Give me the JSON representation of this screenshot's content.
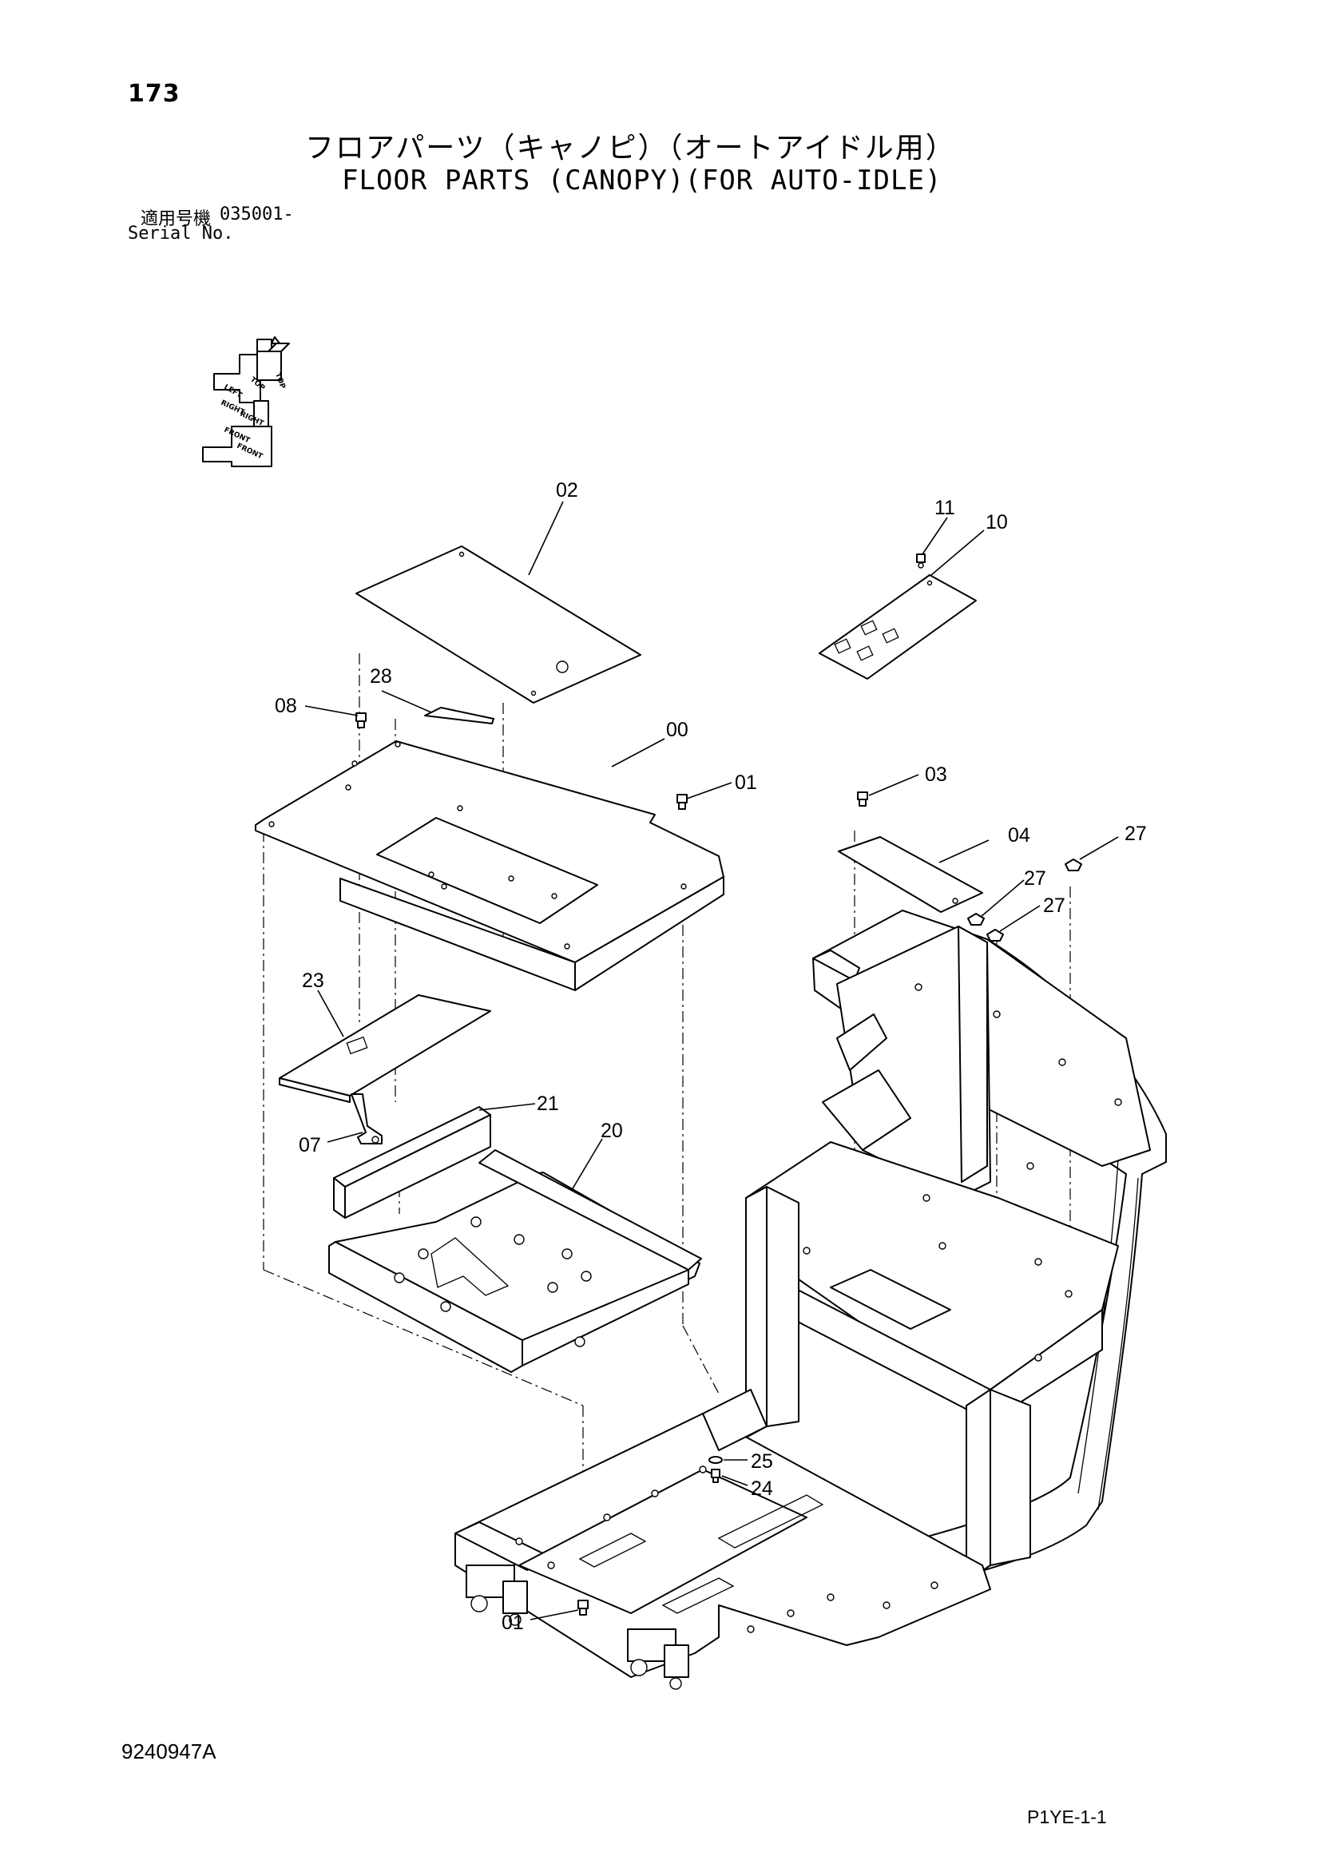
{
  "header": {
    "page_number": "173",
    "title_jp": "フロアパーツ（キャノピ）（オートアイドル用）",
    "title_en": "FLOOR PARTS (CANOPY)(FOR AUTO-IDLE)",
    "serial_label_jp": "適用号機",
    "serial_value": "035001-",
    "serial_label_en": "Serial No."
  },
  "compass": {
    "labels": [
      "TOP",
      "LEFT",
      "RIGHT",
      "FRONT",
      "TOP",
      "RIGHT",
      "FRONT"
    ]
  },
  "callouts": [
    {
      "id": "c02",
      "label": "02"
    },
    {
      "id": "c11",
      "label": "11"
    },
    {
      "id": "c10",
      "label": "10"
    },
    {
      "id": "c28",
      "label": "28"
    },
    {
      "id": "c08",
      "label": "08"
    },
    {
      "id": "c00",
      "label": "00"
    },
    {
      "id": "c01a",
      "label": "01"
    },
    {
      "id": "c03",
      "label": "03"
    },
    {
      "id": "c04",
      "label": "04"
    },
    {
      "id": "c27a",
      "label": "27"
    },
    {
      "id": "c27b",
      "label": "27"
    },
    {
      "id": "c27c",
      "label": "27"
    },
    {
      "id": "c23",
      "label": "23"
    },
    {
      "id": "c21",
      "label": "21"
    },
    {
      "id": "c07",
      "label": "07"
    },
    {
      "id": "c20",
      "label": "20"
    },
    {
      "id": "c25",
      "label": "25"
    },
    {
      "id": "c24",
      "label": "24"
    },
    {
      "id": "c01b",
      "label": "01"
    }
  ],
  "footer": {
    "drawing_number": "9240947A",
    "page_code": "P1YE-1-1"
  }
}
